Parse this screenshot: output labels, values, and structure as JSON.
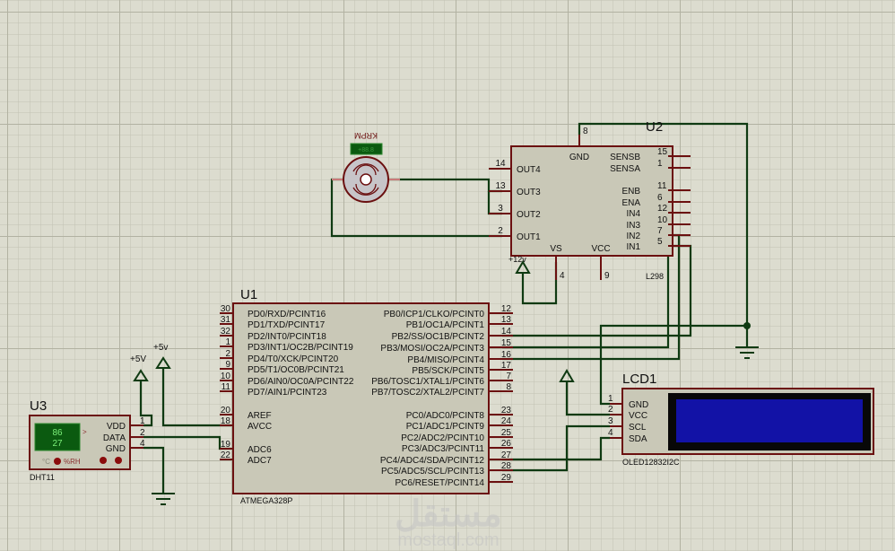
{
  "app": {
    "type": "Proteus ISIS schematic capture"
  },
  "colors": {
    "background": "#dcdccf",
    "grid_minor": "#c3c3b4",
    "grid_major": "#b4b4a4",
    "component_body": "#c9c8b7",
    "component_border": "#6b1010",
    "pin_line": "#6b1010",
    "wire": "#0f3a12",
    "lcd_bezel": "#080808",
    "lcd_screen": "#1212a6",
    "dht_display": "#0b5a10",
    "dht_text": "#7cf07a",
    "watermark": "#c4c4c4"
  },
  "components": {
    "u1": {
      "ref": "U1",
      "part": "ATMEGA328P",
      "left_pins": [
        {
          "num": "30",
          "name": "PD0/RXD/PCINT16"
        },
        {
          "num": "31",
          "name": "PD1/TXD/PCINT17"
        },
        {
          "num": "32",
          "name": "PD2/INT0/PCINT18"
        },
        {
          "num": "1",
          "name": "PD3/INT1/OC2B/PCINT19"
        },
        {
          "num": "2",
          "name": "PD4/T0/XCK/PCINT20"
        },
        {
          "num": "9",
          "name": "PD5/T1/OC0B/PCINT21"
        },
        {
          "num": "10",
          "name": "PD6/AIN0/OC0A/PCINT22"
        },
        {
          "num": "11",
          "name": "PD7/AIN1/PCINT23"
        },
        {
          "num": "20",
          "name": "AREF"
        },
        {
          "num": "18",
          "name": "AVCC"
        },
        {
          "num": "19",
          "name": "ADC6"
        },
        {
          "num": "22",
          "name": "ADC7"
        }
      ],
      "right_pins": [
        {
          "num": "12",
          "name": "PB0/ICP1/CLKO/PCINT0"
        },
        {
          "num": "13",
          "name": "PB1/OC1A/PCINT1"
        },
        {
          "num": "14",
          "name": "PB2/SS/OC1B/PCINT2"
        },
        {
          "num": "15",
          "name": "PB3/MOSI/OC2A/PCINT3"
        },
        {
          "num": "16",
          "name": "PB4/MISO/PCINT4"
        },
        {
          "num": "17",
          "name": "PB5/SCK/PCINT5"
        },
        {
          "num": "7",
          "name": "PB6/TOSC1/XTAL1/PCINT6"
        },
        {
          "num": "8",
          "name": "PB7/TOSC2/XTAL2/PCINT7"
        },
        {
          "num": "23",
          "name": "PC0/ADC0/PCINT8"
        },
        {
          "num": "24",
          "name": "PC1/ADC1/PCINT9"
        },
        {
          "num": "25",
          "name": "PC2/ADC2/PCINT10"
        },
        {
          "num": "26",
          "name": "PC3/ADC3/PCINT11"
        },
        {
          "num": "27",
          "name": "PC4/ADC4/SDA/PCINT12"
        },
        {
          "num": "28",
          "name": "PC5/ADC5/SCL/PCINT13"
        },
        {
          "num": "29",
          "name": "PC6/RESET/PCINT14"
        }
      ]
    },
    "u2": {
      "ref": "U2",
      "part": "L298",
      "power_label": "+12v",
      "top_pin": {
        "num": "8",
        "name": "GND"
      },
      "left_pins": [
        {
          "num": "14",
          "name": "OUT4"
        },
        {
          "num": "13",
          "name": "OUT3"
        },
        {
          "num": "3",
          "name": "OUT2"
        },
        {
          "num": "2",
          "name": "OUT1"
        }
      ],
      "right_pins": [
        {
          "num": "15",
          "name": "SENSB"
        },
        {
          "num": "1",
          "name": "SENSA"
        },
        {
          "num": "11",
          "name": "ENB"
        },
        {
          "num": "6",
          "name": "ENA"
        },
        {
          "num": "12",
          "name": "IN4"
        },
        {
          "num": "10",
          "name": "IN3"
        },
        {
          "num": "7",
          "name": "IN2"
        },
        {
          "num": "5",
          "name": "IN1"
        }
      ],
      "bottom_pins": [
        {
          "num": "4",
          "name": "VS"
        },
        {
          "num": "9",
          "name": "VCC"
        }
      ]
    },
    "u3": {
      "ref": "U3",
      "part": "DHT11",
      "display_line1": "86",
      "display_line2": "27",
      "arrow": ">",
      "unit_celsius": "°C",
      "unit_humidity": "%RH",
      "pins": [
        {
          "num": "1",
          "name": "VDD"
        },
        {
          "num": "2",
          "name": "DATA"
        },
        {
          "num": "4",
          "name": "GND"
        }
      ]
    },
    "lcd1": {
      "ref": "LCD1",
      "part": "OLED12832I2C",
      "pins": [
        {
          "num": "1",
          "name": "GND"
        },
        {
          "num": "2",
          "name": "VCC"
        },
        {
          "num": "3",
          "name": "SCL"
        },
        {
          "num": "4",
          "name": "SDA"
        }
      ]
    },
    "motor": {
      "speed_label": "KRPM",
      "speed_display": "+88.8"
    }
  },
  "power": {
    "vdd_dht": "+5V",
    "avcc": "+5v"
  },
  "watermark": {
    "line1": "مستقل",
    "line2": "mostaql.com"
  }
}
